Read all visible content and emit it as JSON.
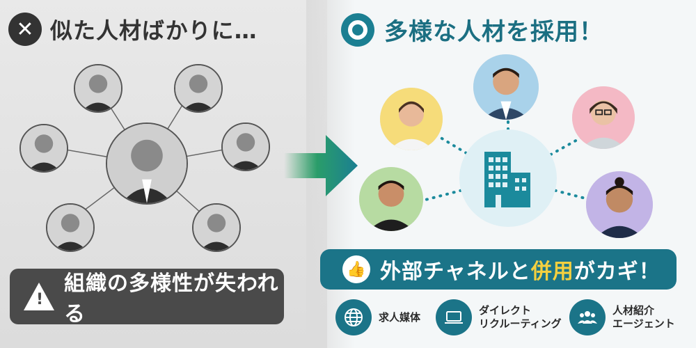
{
  "left": {
    "heading": "似た人材ばかりに…",
    "warning": "組織の多様性が失われる"
  },
  "right": {
    "heading": "多様な人材を採用！",
    "key_prefix": "外部チャネルと",
    "key_highlight": "併用",
    "key_suffix": "がカギ！",
    "channels": [
      {
        "line1": "求人媒体",
        "line2": ""
      },
      {
        "line1": "ダイレクト",
        "line2": "リクルーティング"
      },
      {
        "line1": "人材紹介",
        "line2": "エージェント"
      }
    ]
  },
  "colors": {
    "teal": "#1b7488",
    "highlight": "#f4d03f",
    "dark": "#333333"
  }
}
